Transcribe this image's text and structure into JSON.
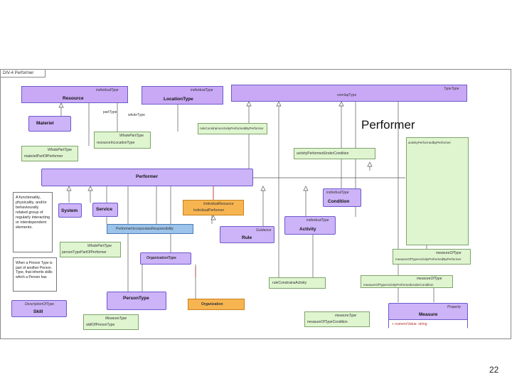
{
  "diagram": {
    "frame_tab": "DIV-4 Performer",
    "title": "Performer",
    "page_number": "22",
    "elements": {
      "resource": {
        "stereotype": "individualType",
        "name": "Resource"
      },
      "location_type": {
        "stereotype": "individualType",
        "name": "LocationType"
      },
      "type_type": {
        "stereotype": "TypeType",
        "name": "overlapType"
      },
      "material": {
        "name": "Materiel"
      },
      "part_type_label": {
        "text": "partType"
      },
      "whole_type_label": {
        "text": "wholeType"
      },
      "resource_in_location": {
        "stereotype": "WholePartType",
        "name": "resourceInLocationType"
      },
      "material_part": {
        "stereotype": "WholePartType",
        "name": "materielPartOfPerformer"
      },
      "rule_constrains": {
        "name": "ruleConstrainsActivityPerformedByPerformer"
      },
      "activity_performed_under": {
        "name": "activityPerformedUnderCondition"
      },
      "activity_performed_by": {
        "name": "activityPerformedByPerformer"
      },
      "performer": {
        "name": "Performer"
      },
      "note1": {
        "text": "A functionality, physicality, and/or behaviourally related group of regularly interacting or interdependent elements."
      },
      "system": {
        "name": "System"
      },
      "service": {
        "name": "Service"
      },
      "individual_performer": {
        "stereotype": "IndividualResource",
        "name": "IndividualPerformer"
      },
      "condition": {
        "stereotype": "individualType",
        "name": "Condition"
      },
      "activity": {
        "stereotype": "individualType",
        "name": "Activity"
      },
      "rule": {
        "stereotype": "Guidance",
        "name": "Rule"
      },
      "performer_responsibility": {
        "name": "PerformerIncorporatesResponsibility"
      },
      "person_type_part": {
        "stereotype": "WholePartType",
        "name": "personTypePartOfPerformer"
      },
      "organization_type": {
        "name": "OrganizationType"
      },
      "note2": {
        "text": "When a Person Type is part of another Person Type, that inherits skills which a Person has"
      },
      "person_type": {
        "name": "PersonType"
      },
      "organization": {
        "name": "Organization"
      },
      "skill": {
        "stereotype": "DescriptionOfType",
        "name": "Skill"
      },
      "skill_of_person": {
        "stereotype": "MeasureType",
        "name": "skillOfPersonType"
      },
      "rule_activity": {
        "name": "ruleConstrainsActivity"
      },
      "measure_type1": {
        "stereotype": "measureOfType",
        "name": "measureOfTypeActivityPerformedByPerformer"
      },
      "measure_type2": {
        "stereotype": "measureOfType",
        "name": "measureOfTypeActivityPerformedUnderCondition"
      },
      "measure_condition": {
        "stereotype": "measureType",
        "name": "measureOfTypeCondition"
      },
      "measure": {
        "stereotype": "Property",
        "name": "Measure",
        "attr": "+ numericValue: string"
      }
    }
  },
  "colors": {
    "class_fill": "#c9a9f5",
    "assoc_fill": "#dff5d0",
    "individual_fill": "#f7b552",
    "blue_fill": "#9cc3ea"
  }
}
